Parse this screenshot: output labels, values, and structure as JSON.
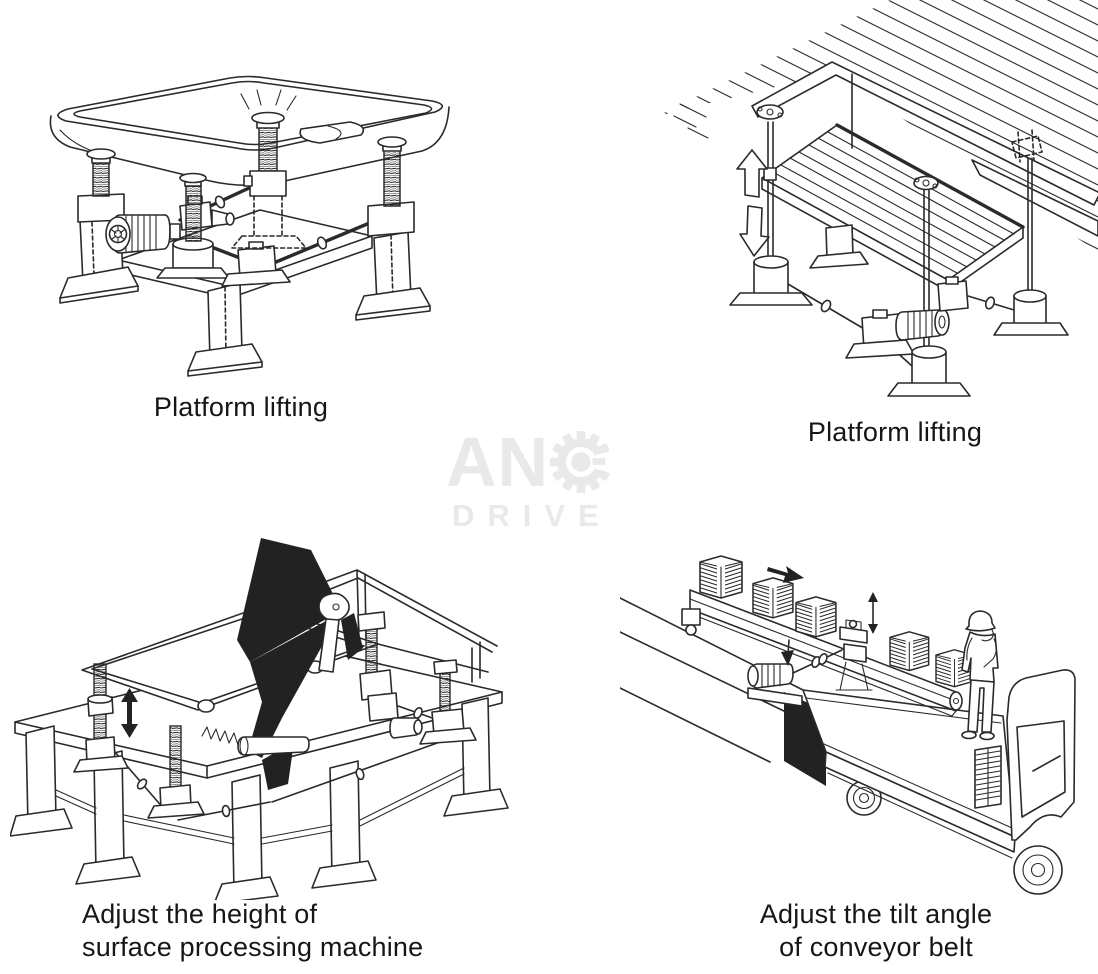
{
  "watermark": {
    "text": "ANG",
    "subtext": "DRIVE",
    "color": "#e9e9e9"
  },
  "figures": [
    {
      "caption": "Platform lifting"
    },
    {
      "caption": "Platform lifting"
    },
    {
      "caption_line1": "Adjust the height of",
      "caption_line2": "surface processing machine"
    },
    {
      "caption_line1": "Adjust the tilt angle",
      "caption_line2": "of conveyor belt"
    }
  ],
  "colors": {
    "line": "#2a2a2a",
    "dark_fill": "#222222",
    "background": "#ffffff"
  }
}
